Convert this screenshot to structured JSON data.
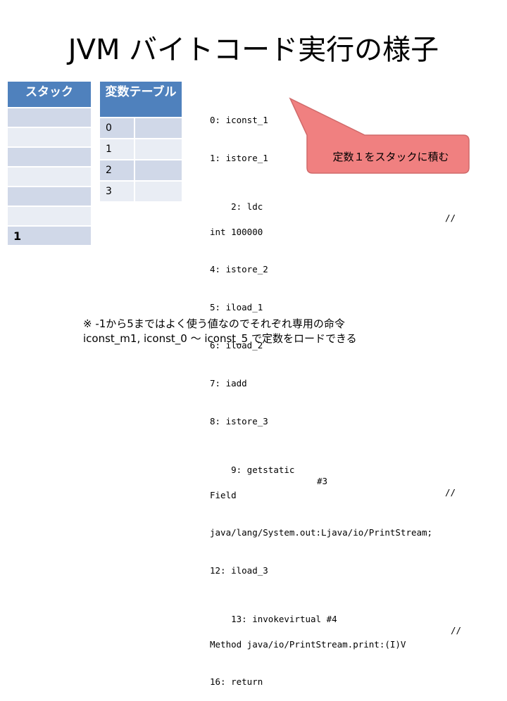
{
  "slide": {
    "title": "JVM バイトコード実行の様子"
  },
  "stack": {
    "header": "スタック",
    "rows": [
      "",
      "",
      "",
      "",
      "",
      "",
      "1"
    ]
  },
  "variables": {
    "header": "変数テーブル",
    "rows": [
      {
        "index": "0",
        "value": ""
      },
      {
        "index": "1",
        "value": ""
      },
      {
        "index": "2",
        "value": ""
      },
      {
        "index": "3",
        "value": ""
      }
    ]
  },
  "bytecode": {
    "lines": [
      "0: iconst_1",
      "1: istore_1",
      "2: ldc",
      "int 100000",
      "4: istore_2",
      "5: iload_1",
      "6: iload_2",
      "7: iadd",
      "8: istore_3",
      "9: getstatic",
      "Field",
      "java/lang/System.out:Ljava/io/PrintStream;",
      "12: iload_3",
      "13: invokevirtual #4",
      "Method java/io/PrintStream.print:(I)V",
      "16: return"
    ],
    "comment_ldc": "//",
    "getstatic_operand": "#3",
    "comment_getstatic": "//",
    "comment_invoke": "//"
  },
  "callout": {
    "text": "定数１をスタックに積む",
    "fill": "#f08080"
  },
  "note": {
    "line1": "※ -1から5まではよく使う値なのでそれぞれ専用の命令",
    "line2": "iconst_m1, iconst_0 ～ iconst_5 で定数をロードできる"
  },
  "colors": {
    "header": "#4f81bd",
    "row_dark": "#d0d8e8",
    "row_light": "#e9edf4"
  }
}
